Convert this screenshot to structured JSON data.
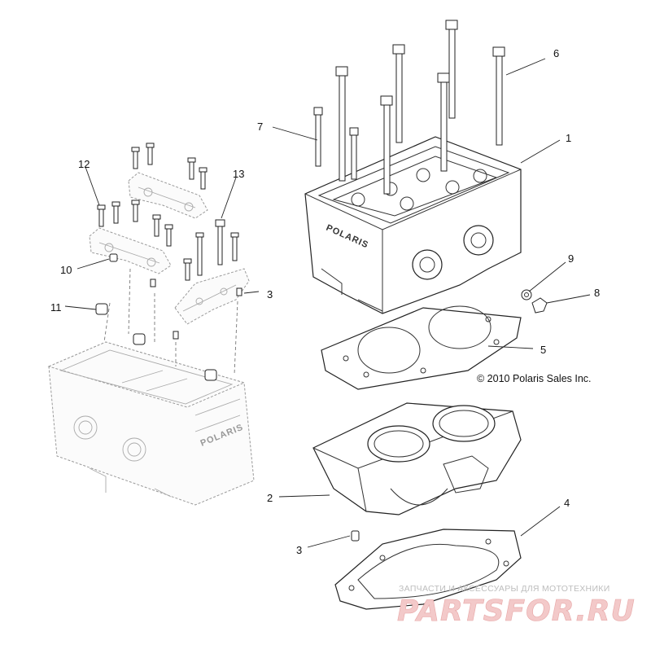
{
  "callouts": {
    "c1": "1",
    "c2": "2",
    "c3a": "3",
    "c3b": "3",
    "c4": "4",
    "c5": "5",
    "c6": "6",
    "c7": "7",
    "c8": "8",
    "c9": "9",
    "c10": "10",
    "c11": "11",
    "c12": "12",
    "c13": "13"
  },
  "brand_marking": "POLARIS",
  "copyright": "© 2010 Polaris Sales Inc.",
  "watermark": {
    "tagline": "ЗАПЧАСТИ И АКСЕССУАРЫ ДЛЯ МОТОТЕХНИКИ",
    "logo": "PARTSFOR.RU"
  }
}
